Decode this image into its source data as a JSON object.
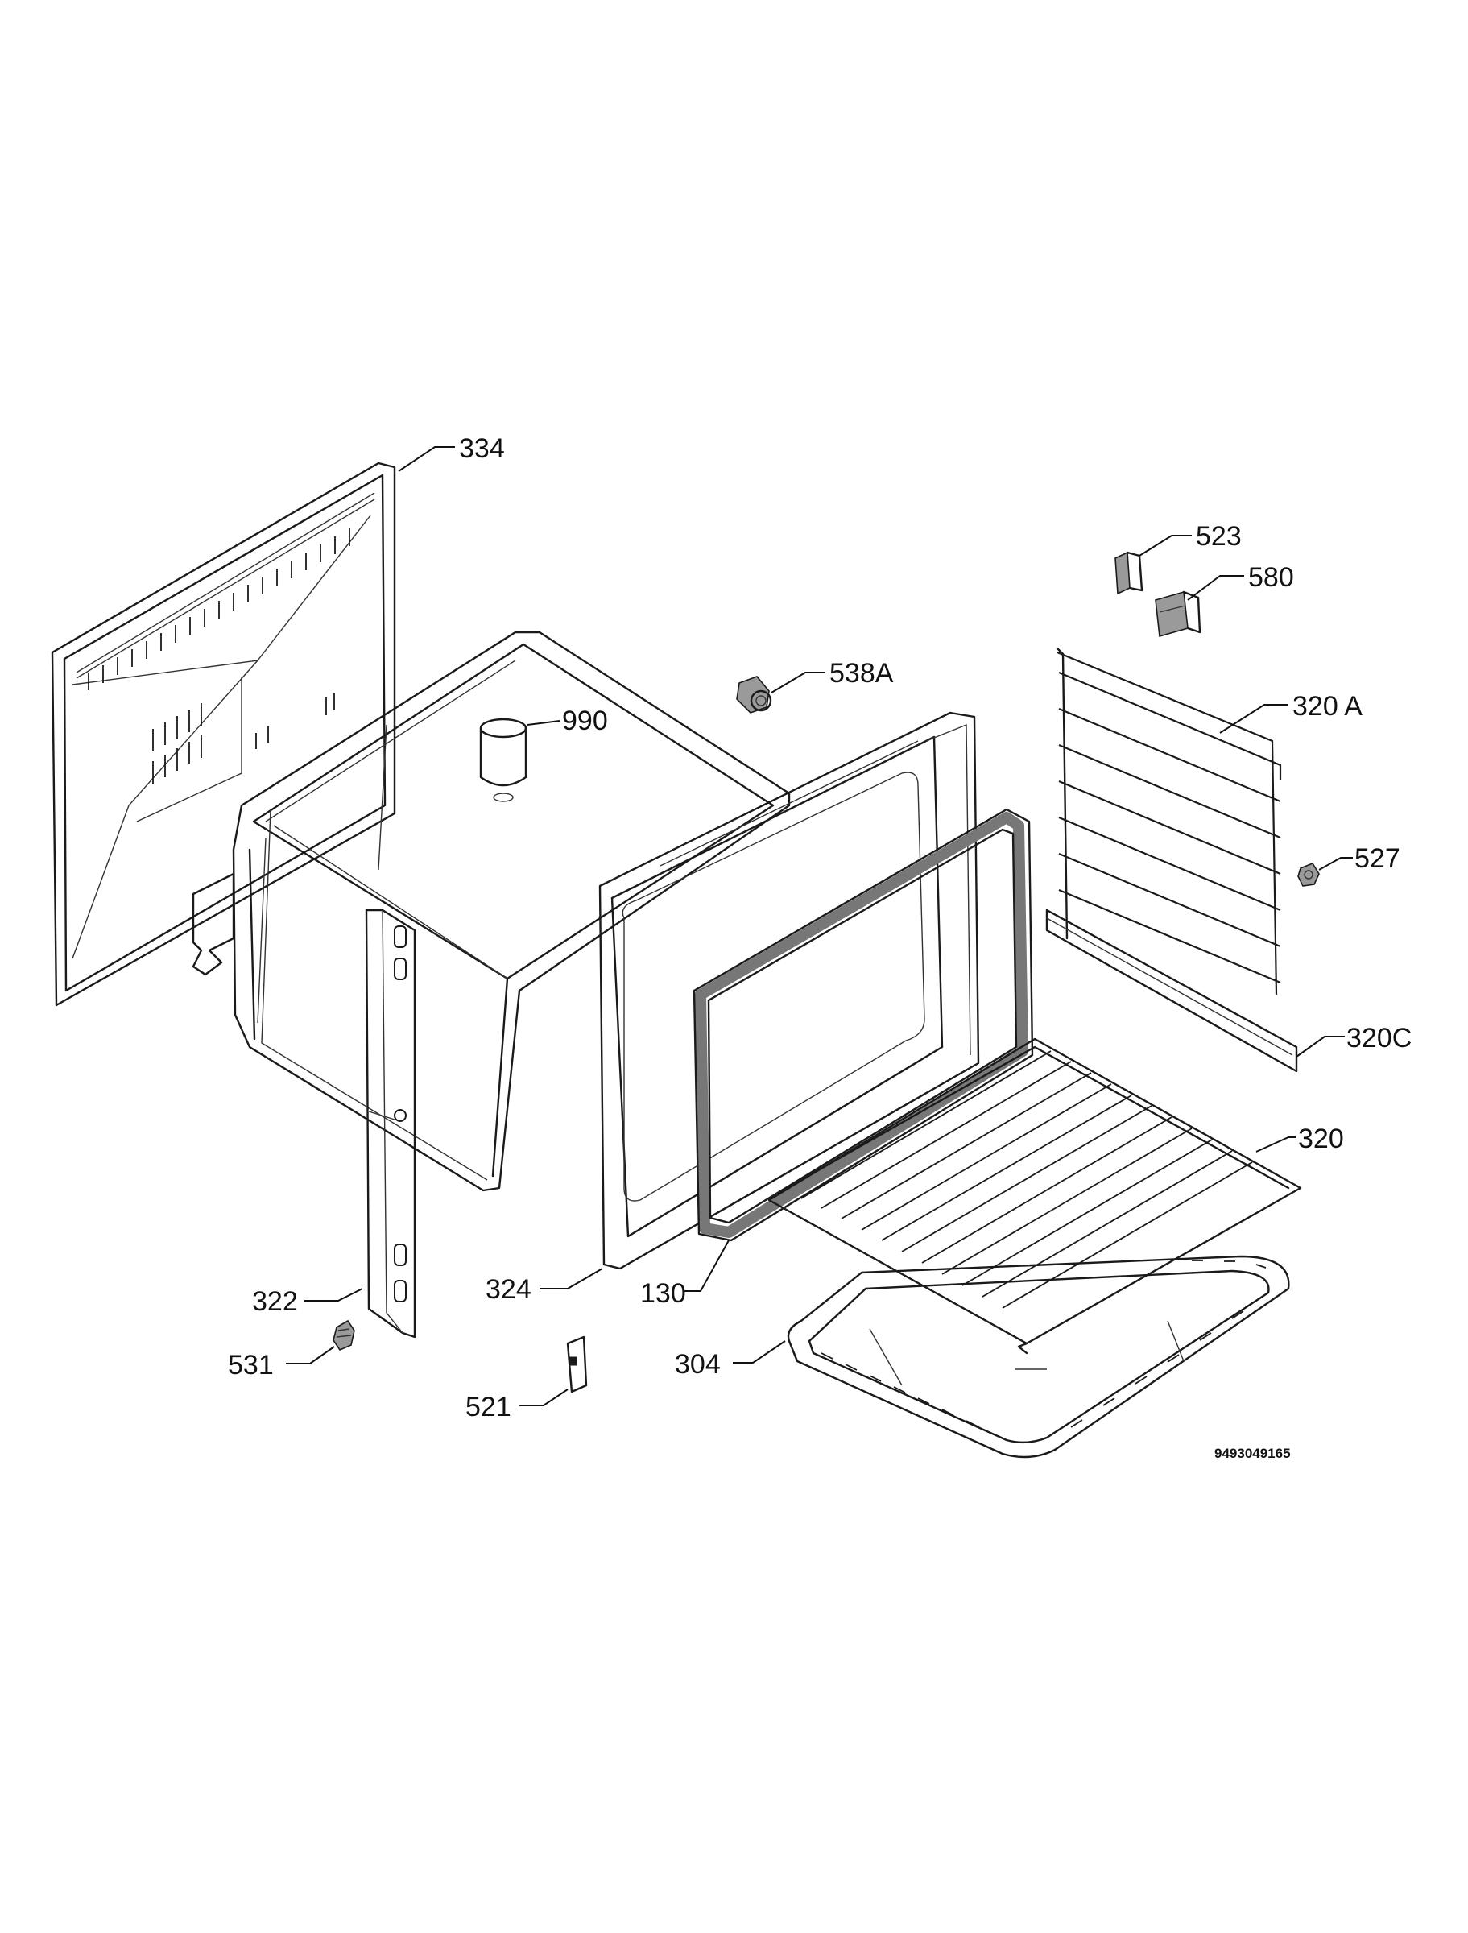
{
  "labels": {
    "p334": "334",
    "p523": "523",
    "p580": "580",
    "p538a": "538A",
    "p990": "990",
    "p320a": "320 A",
    "p527": "527",
    "p320c": "320C",
    "p320": "320",
    "p322": "322",
    "p324": "324",
    "p130": "130",
    "p304": "304",
    "p531": "531",
    "p521": "521"
  },
  "document_id": "9493049165"
}
